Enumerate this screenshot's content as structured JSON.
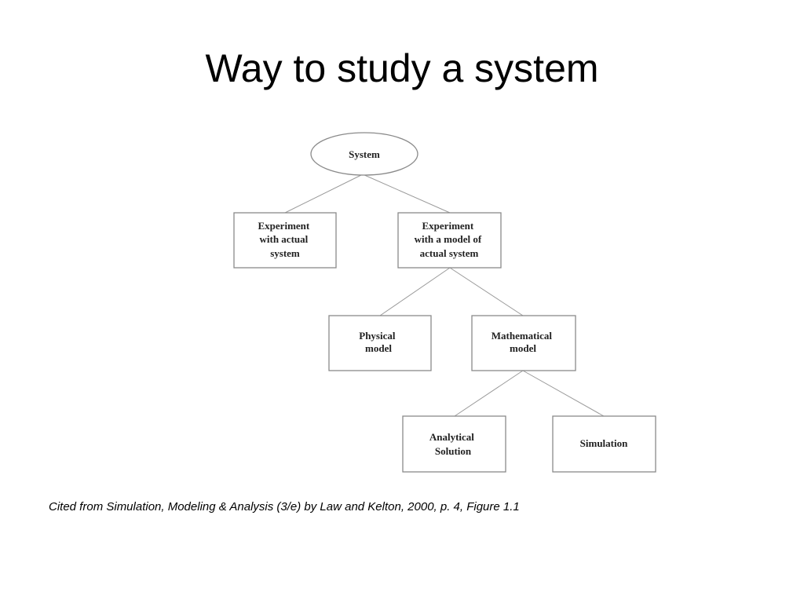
{
  "title": "Way to study a system",
  "diagram": {
    "system": [
      "System"
    ],
    "experiment_actual": [
      "Experiment",
      "with actual",
      "system"
    ],
    "experiment_model": [
      "Experiment",
      "with a model of",
      "actual system"
    ],
    "physical_model": [
      "Physical",
      "model"
    ],
    "mathematical_model": [
      "Mathematical",
      "model"
    ],
    "analytical_solution": [
      "Analytical",
      "Solution"
    ],
    "simulation": [
      "Simulation"
    ]
  },
  "caption": "Cited from Simulation, Modeling & Analysis (3/e) by Law and Kelton, 2000, p. 4, Figure 1.1"
}
